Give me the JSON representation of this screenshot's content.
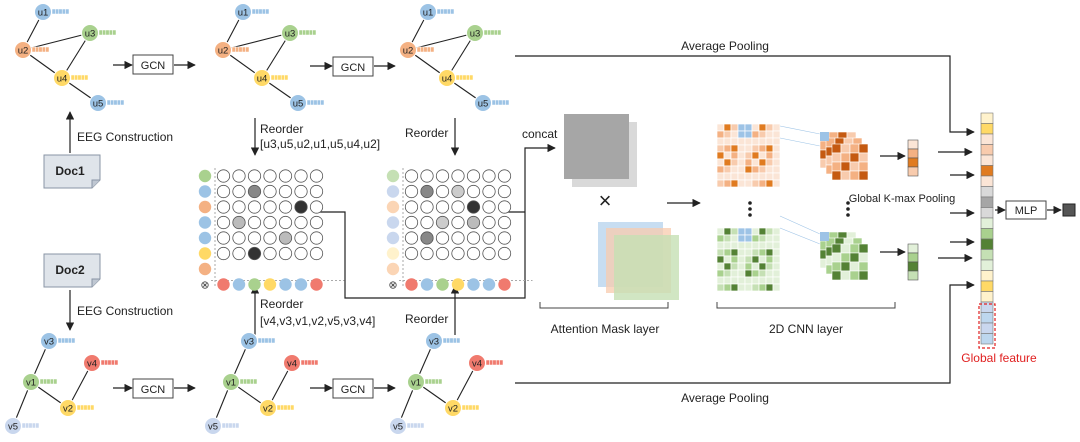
{
  "doc_labels": {
    "doc1": "Doc1",
    "doc2": "Doc2"
  },
  "operations": {
    "eeg_construction": "EEG Construction",
    "gcn": "GCN",
    "reorder": "Reorder",
    "order_doc1": "[u3,u5,u2,u1,u5,u4,u2]",
    "order_doc2": "[v4,v3,v1,v2,v5,v3,v4]",
    "concat": "concat",
    "multiply": "×",
    "average_pooling": "Average Pooling",
    "kmax_pooling": "Global K-max Pooling",
    "mlp": "MLP",
    "global_feature": "Global feature"
  },
  "layers": {
    "attention": "Attention Mask layer",
    "cnn": "2D CNN layer"
  },
  "graph_doc1": {
    "nodes": [
      {
        "id": "u1",
        "color": "#9cc3e5"
      },
      {
        "id": "u2",
        "color": "#f4b183"
      },
      {
        "id": "u3",
        "color": "#a9d18e"
      },
      {
        "id": "u4",
        "color": "#ffd966"
      },
      {
        "id": "u5",
        "color": "#9cc3e5"
      }
    ]
  },
  "graph_doc2": {
    "nodes": [
      {
        "id": "v1",
        "color": "#a9d18e"
      },
      {
        "id": "v2",
        "color": "#ffd966"
      },
      {
        "id": "v3",
        "color": "#9cc3e5"
      },
      {
        "id": "v4",
        "color": "#f07a6e"
      },
      {
        "id": "v5",
        "color": "#c9d7ee"
      }
    ]
  },
  "colors": {
    "blue": "#9cc3e5",
    "orange": "#f4b183",
    "green": "#a9d18e",
    "yellow": "#ffd966",
    "red": "#f07a6e",
    "lightblue": "#c9d7ee",
    "global_feature": "#e02020"
  }
}
